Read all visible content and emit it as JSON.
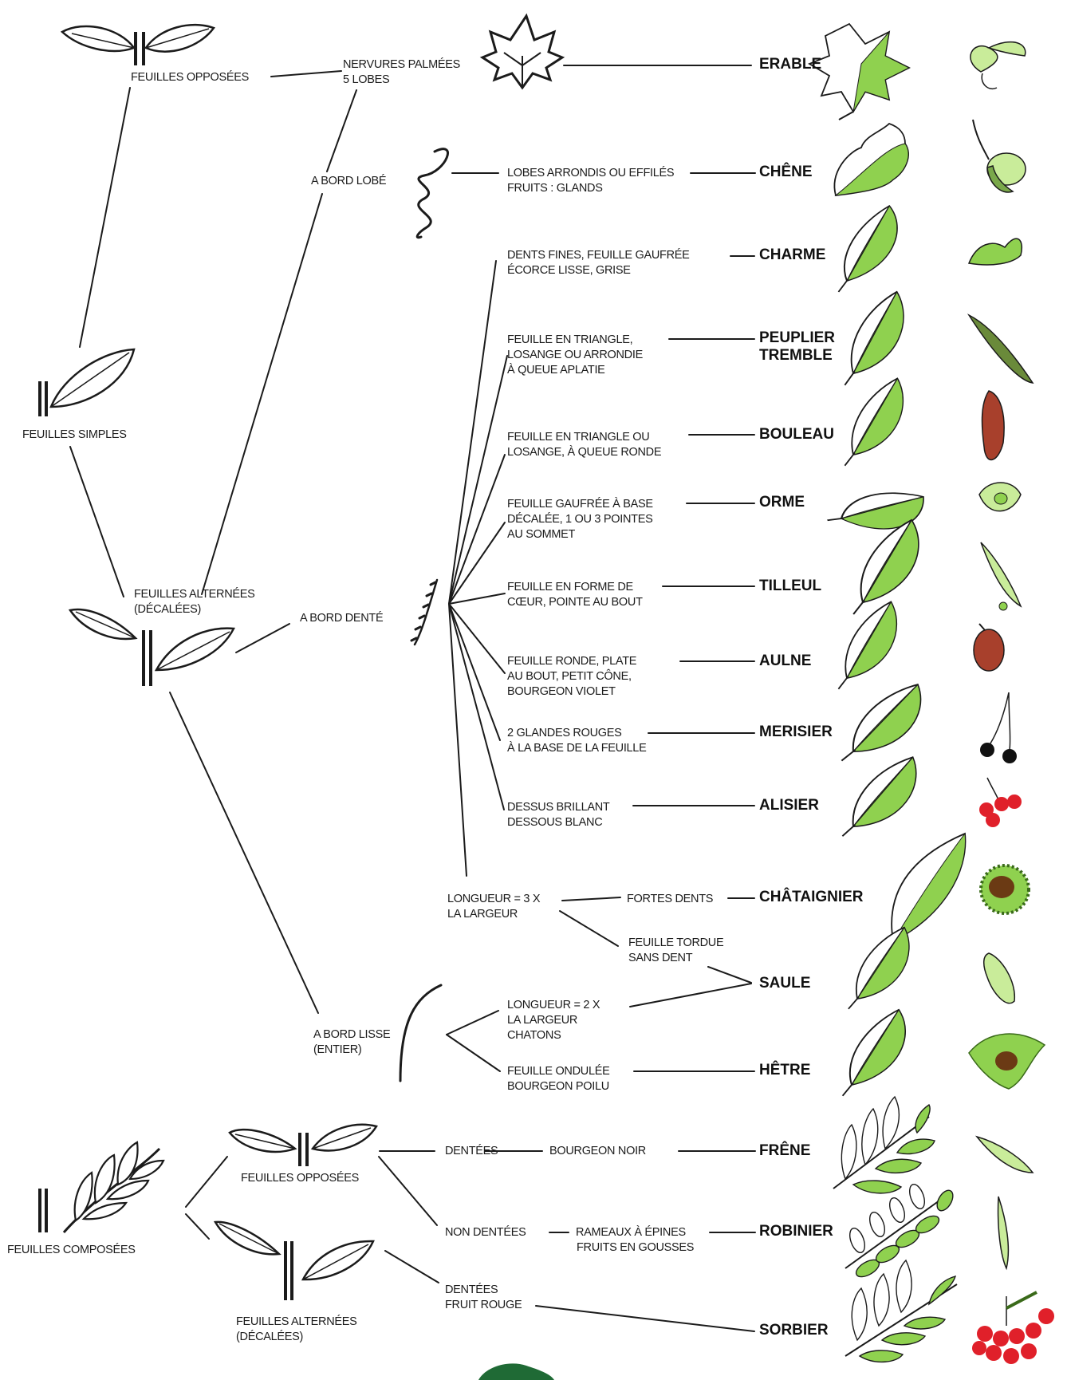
{
  "groups": {
    "simple": "FEUILLES SIMPLES",
    "simple_opposite": "FEUILLES OPPOSÉES",
    "simple_alternate": [
      "FEUILLES ALTERNÉES",
      "(DÉCALÉES)"
    ],
    "compound": "FEUILLES COMPOSÉES",
    "compound_opposite": "FEUILLES OPPOSÉES",
    "compound_alternate": [
      "FEUILLES ALTERNÉES",
      "(DÉCALÉES)"
    ]
  },
  "criteria": {
    "palmate": [
      "NERVURES PALMÉES",
      "5 LOBES"
    ],
    "lobed_edge": "A BORD LOBÉ",
    "toothed_edge": "A BORD DENTÉ",
    "smooth_edge": [
      "A BORD LISSE",
      "(ENTIER)"
    ],
    "lobes": [
      "LOBES ARRONDIS OU EFFILÉS",
      "FRUITS : GLANDS"
    ],
    "charme": [
      "DENTS FINES, FEUILLE GAUFRÉE",
      "ÉCORCE LISSE, GRISE"
    ],
    "peuplier": [
      "FEUILLE EN TRIANGLE,",
      "LOSANGE OU ARRONDIE",
      "À QUEUE APLATIE"
    ],
    "bouleau": [
      "FEUILLE EN TRIANGLE OU",
      "LOSANGE, À QUEUE RONDE"
    ],
    "orme": [
      "FEUILLE GAUFRÉE À BASE",
      "DÉCALÉE, 1 OU 3 POINTES",
      "AU SOMMET"
    ],
    "tilleul": [
      "FEUILLE EN FORME DE",
      "CŒUR, POINTE AU BOUT"
    ],
    "aulne": [
      "FEUILLE RONDE, PLATE",
      "AU BOUT, PETIT CÔNE,",
      "BOURGEON VIOLET"
    ],
    "merisier": [
      "2 GLANDES ROUGES",
      "À LA BASE DE LA FEUILLE"
    ],
    "alisier": [
      "DESSUS BRILLANT",
      "DESSOUS BLANC"
    ],
    "length3": [
      "LONGUEUR = 3 X",
      "LA LARGEUR"
    ],
    "strong_teeth": "FORTES DENTS",
    "twisted": [
      "FEUILLE TORDUE",
      "SANS DENT"
    ],
    "length2": [
      "LONGUEUR = 2 X",
      "LA LARGEUR",
      "CHATONS"
    ],
    "wavy": [
      "FEUILLE ONDULÉE",
      "BOURGEON POILU"
    ],
    "toothed": "DENTÉES",
    "black_bud": "BOURGEON NOIR",
    "not_toothed": "NON DENTÉES",
    "thorns": [
      "RAMEAUX À ÉPINES",
      "FRUITS EN GOUSSES"
    ],
    "red_fruit": [
      "DENTÉES",
      "FRUIT ROUGE"
    ]
  },
  "trees": {
    "erable": "ERABLE",
    "chene": "CHÊNE",
    "charme": "CHARME",
    "peuplier": [
      "PEUPLIER",
      "TREMBLE"
    ],
    "bouleau": "BOULEAU",
    "orme": "ORME",
    "tilleul": "TILLEUL",
    "aulne": "AULNE",
    "merisier": "MERISIER",
    "alisier": "ALISIER",
    "chataignier": "CHÂTAIGNIER",
    "saule": "SAULE",
    "hetre": "HÊTRE",
    "frene": "FRÊNE",
    "robinier": "ROBINIER",
    "sorbier": "SORBIER"
  },
  "colors": {
    "ink": "#1b1b1b",
    "leaf_green": "#8fd14f",
    "leaf_light": "#c9ec9a",
    "fruit_red": "#e0202a",
    "catkin_brown": "#a8402c",
    "nut_brown": "#6b3a14",
    "berry_black": "#111111"
  }
}
